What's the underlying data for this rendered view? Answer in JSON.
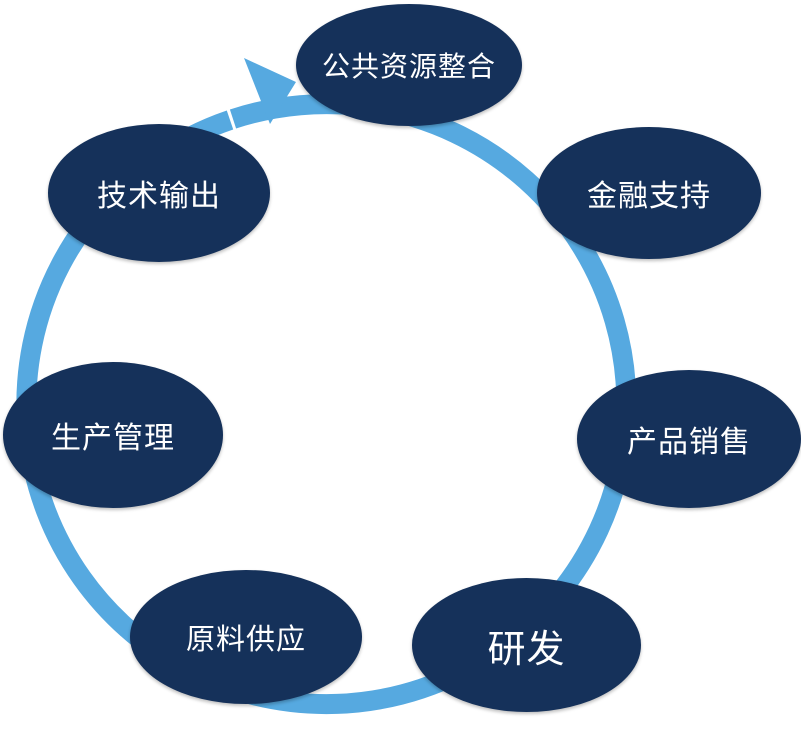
{
  "colors": {
    "ring": "#56a9e0",
    "node_fill": "#15315a",
    "node_text": "#ffffff",
    "background": "#ffffff"
  },
  "cycle": {
    "nodes": [
      {
        "label": "公共资源整合"
      },
      {
        "label": "金融支持"
      },
      {
        "label": "产品销售"
      },
      {
        "label": "研发"
      },
      {
        "label": "原料供应"
      },
      {
        "label": "生产管理"
      },
      {
        "label": "技术输出"
      }
    ],
    "arrow_icon": "arrow-right-icon"
  }
}
